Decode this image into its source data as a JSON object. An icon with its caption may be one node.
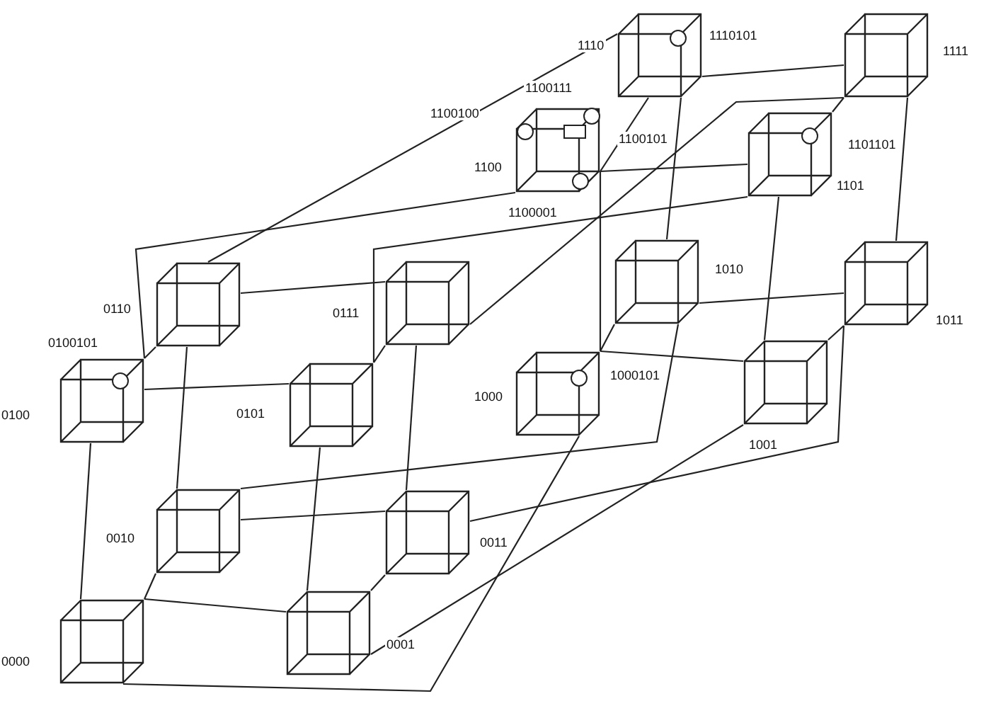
{
  "diagram": {
    "nodes": [
      {
        "text": [],
        "shape": "cube",
        "beside": [
          "0000"
        ]
      },
      {
        "text": [],
        "shape": "cube",
        "beside": [
          "0001"
        ]
      },
      {
        "text": [],
        "shape": "cube",
        "beside": [
          "0010"
        ]
      },
      {
        "text": [],
        "shape": "cube",
        "beside": [
          "0011"
        ]
      },
      {
        "text": [],
        "shape": "cube",
        "beside": [
          "0100"
        ]
      },
      {
        "text": [],
        "shape": "circle",
        "beside": [
          "0100101"
        ],
        "in": 4
      },
      {
        "text": [],
        "shape": "cube",
        "beside": [
          "0101"
        ]
      },
      {
        "text": [],
        "shape": "cube",
        "beside": [
          "0110"
        ]
      },
      {
        "text": [],
        "shape": "cube",
        "beside": [
          "0111"
        ]
      },
      {
        "text": [],
        "shape": "cube",
        "beside": [
          "1000"
        ]
      },
      {
        "text": [],
        "shape": "circle",
        "beside": [
          "1000101"
        ],
        "in": 9
      },
      {
        "text": [],
        "shape": "cube",
        "beside": [
          "1001"
        ]
      },
      {
        "text": [],
        "shape": "cube",
        "beside": [
          "1010"
        ]
      },
      {
        "text": [],
        "shape": "cube",
        "beside": [
          "1011"
        ]
      },
      {
        "text": [],
        "shape": "cube",
        "beside": [
          "1100"
        ]
      },
      {
        "text": [],
        "shape": "circle",
        "beside": [
          "1100100"
        ],
        "in": 14
      },
      {
        "text": [],
        "shape": "circle",
        "beside": [
          "1100111"
        ],
        "in": 14
      },
      {
        "text": [],
        "shape": "box",
        "beside": [
          "1100101"
        ],
        "in": 14
      },
      {
        "text": [],
        "shape": "circle",
        "beside": [
          "1100001"
        ],
        "in": 14
      },
      {
        "text": [],
        "shape": "cube",
        "beside": [
          "1101"
        ]
      },
      {
        "text": [],
        "shape": "circle",
        "beside": [
          "1101101"
        ],
        "in": 19
      },
      {
        "text": [],
        "shape": "cube",
        "beside": [
          "1110"
        ]
      },
      {
        "text": [],
        "shape": "circle",
        "beside": [
          "1110101"
        ],
        "in": 21
      },
      {
        "text": [],
        "shape": "cube",
        "beside": [
          "1111"
        ]
      }
    ],
    "edges": [
      {
        "from": 0,
        "to": 1,
        "arrow": "none"
      },
      {
        "from": 0,
        "to": 2,
        "arrow": "none"
      },
      {
        "from": 0,
        "to": 4,
        "arrow": "none"
      },
      {
        "from": 0,
        "to": 9,
        "arrow": "none"
      },
      {
        "from": 1,
        "to": 3,
        "arrow": "none"
      },
      {
        "from": 1,
        "to": 6,
        "arrow": "none"
      },
      {
        "from": 1,
        "to": 11,
        "arrow": "none"
      },
      {
        "from": 2,
        "to": 3,
        "arrow": "none"
      },
      {
        "from": 2,
        "to": 7,
        "arrow": "none"
      },
      {
        "from": 2,
        "to": 12,
        "arrow": "none"
      },
      {
        "from": 3,
        "to": 8,
        "arrow": "none"
      },
      {
        "from": 3,
        "to": 13,
        "arrow": "none"
      },
      {
        "from": 4,
        "to": 6,
        "arrow": "none"
      },
      {
        "from": 4,
        "to": 7,
        "arrow": "none"
      },
      {
        "from": 4,
        "to": 14,
        "arrow": "none"
      },
      {
        "from": 6,
        "to": 8,
        "arrow": "none"
      },
      {
        "from": 6,
        "to": 19,
        "arrow": "none"
      },
      {
        "from": 7,
        "to": 8,
        "arrow": "none"
      },
      {
        "from": 7,
        "to": 21,
        "arrow": "none"
      },
      {
        "from": 8,
        "to": 23,
        "arrow": "none"
      },
      {
        "from": 9,
        "to": 11,
        "arrow": "none"
      },
      {
        "from": 9,
        "to": 12,
        "arrow": "none"
      },
      {
        "from": 9,
        "to": 14,
        "arrow": "none"
      },
      {
        "from": 11,
        "to": 13,
        "arrow": "none"
      },
      {
        "from": 11,
        "to": 19,
        "arrow": "none"
      },
      {
        "from": 12,
        "to": 13,
        "arrow": "none"
      },
      {
        "from": 12,
        "to": 21,
        "arrow": "none"
      },
      {
        "from": 13,
        "to": 23,
        "arrow": "none"
      },
      {
        "from": 14,
        "to": 19,
        "arrow": "none"
      },
      {
        "from": 14,
        "to": 21,
        "arrow": "none"
      },
      {
        "from": 19,
        "to": 23,
        "arrow": "none"
      },
      {
        "from": 21,
        "to": 23,
        "arrow": "none"
      }
    ]
  }
}
